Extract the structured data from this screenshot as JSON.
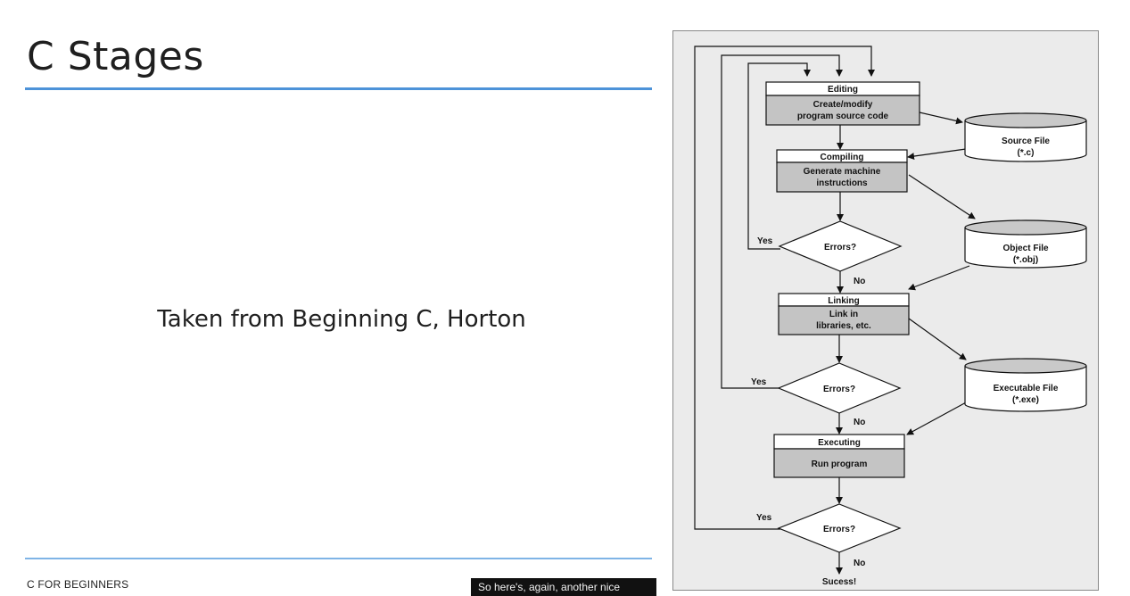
{
  "slide": {
    "title": "C Stages",
    "caption": "Taken from Beginning C, Horton",
    "footer": "C FOR BEGINNERS",
    "subtitle_overlay": "So here's, again, another nice"
  },
  "flowchart": {
    "editing": {
      "header": "Editing",
      "line1": "Create/modify",
      "line2": "program source code"
    },
    "compiling": {
      "header": "Compiling",
      "line1": "Generate machine",
      "line2": "instructions"
    },
    "linking": {
      "header": "Linking",
      "line1": "Link in",
      "line2": "libraries, etc."
    },
    "executing": {
      "header": "Executing",
      "line1": "Run program"
    },
    "errors_label": "Errors?",
    "yes_label": "Yes",
    "no_label": "No",
    "success_label": "Sucess!",
    "source_file": {
      "line1": "Source File",
      "line2": "(*.c)"
    },
    "object_file": {
      "line1": "Object File",
      "line2": "(*.obj)"
    },
    "executable_file": {
      "line1": "Executable File",
      "line2": "(*.exe)"
    }
  },
  "colors": {
    "accent_rule": "#4d93d9",
    "figure_bg": "#ebebeb",
    "box_body": "#c4c4c4",
    "cylinder_top": "#c9c9c9"
  }
}
